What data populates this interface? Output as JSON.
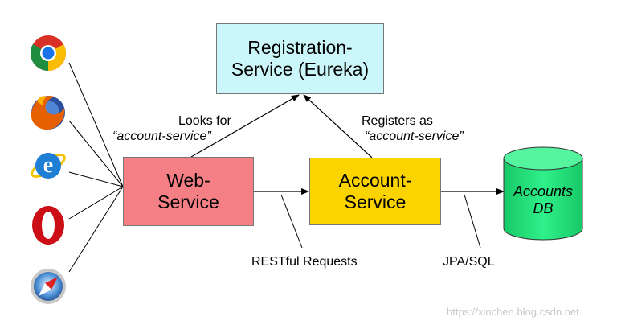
{
  "registration_service": {
    "line1": "Registration-",
    "line2": "Service (Eureka)",
    "fill": "#ccf7fa"
  },
  "web_service": {
    "line1": "Web-",
    "line2": "Service",
    "fill": "#f47f84"
  },
  "account_service": {
    "line1": "Account-",
    "line2": "Service",
    "fill": "#fbd400"
  },
  "accounts_db": {
    "line1": "Accounts",
    "line2": "DB",
    "fill": "#1ee37a"
  },
  "labels": {
    "looks_for": "Looks for",
    "looks_for_name": "“account-service”",
    "registers_as": "Registers as",
    "registers_as_name": "“account-service”",
    "restful": "RESTful Requests",
    "jpa": "JPA/SQL"
  },
  "browsers": [
    "chrome-icon",
    "firefox-icon",
    "internet-explorer-icon",
    "opera-icon",
    "safari-icon"
  ],
  "watermark": "https://xinchen.blog.csdn.net"
}
